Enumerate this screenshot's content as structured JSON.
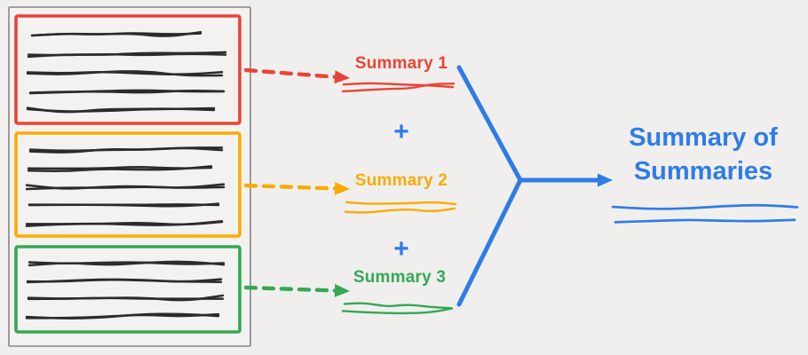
{
  "diagram": {
    "summaries": [
      {
        "label": "Summary 1",
        "color": "red"
      },
      {
        "label": "Summary 2",
        "color": "orange"
      },
      {
        "label": "Summary 3",
        "color": "green"
      }
    ],
    "plus": "+",
    "result_title": "Summary of Summaries"
  },
  "colors": {
    "red": "#EA4335",
    "orange": "#F9AB00",
    "green": "#34A853",
    "blue": "#2E7CE8",
    "ink": "#2b2b2b",
    "doc_border": "#858585",
    "background": "#f0efed"
  }
}
